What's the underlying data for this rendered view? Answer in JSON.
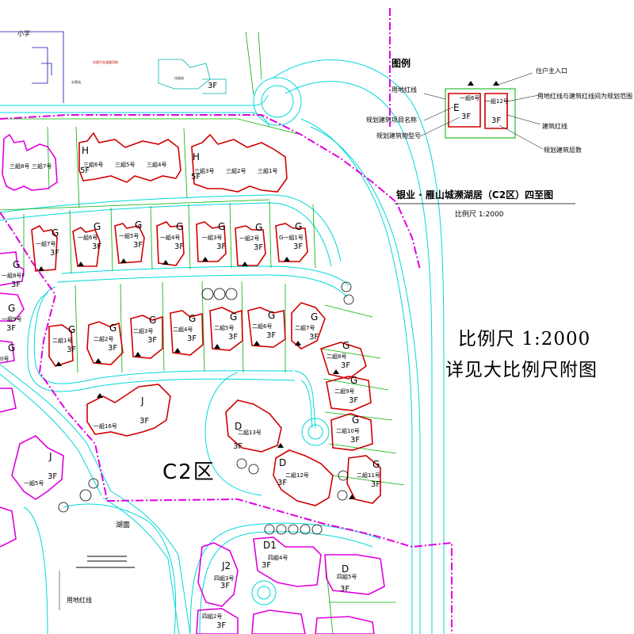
{
  "plan": {
    "title": "银业 · 雁山城濒湖居（C2区）四至图",
    "scale_small": "比例尺   1:2000",
    "scale_big": "比例尺  1:2000",
    "detail_note": "详见大比例尺附图",
    "zone_label": "C2区",
    "lake_label": "湖面",
    "boundary_label": "用地红线",
    "school_label": "小学",
    "top_red_text": "本图不含道路用地",
    "top_small_text": "水泵站",
    "top_small_text2": "垃圾站",
    "top_floor": "3F"
  },
  "legend": {
    "heading": "图例",
    "sample_floor_e": "3F",
    "sample_floor_f": "3F",
    "sample_code": "E",
    "sample_no_a": "一組6号",
    "sample_no_b": "一組12号",
    "items": [
      {
        "key": "site_line",
        "label": "用地红线"
      },
      {
        "key": "project_name",
        "label": "规划建筑项目名称"
      },
      {
        "key": "building_type",
        "label": "规划建筑物型号"
      },
      {
        "key": "entrance",
        "label": "住户主入口"
      },
      {
        "key": "plan_scope",
        "label": "用地红线与建筑红线间为规划范围"
      },
      {
        "key": "building_line",
        "label": "建筑红线"
      },
      {
        "key": "floors",
        "label": "规划建筑层数"
      }
    ]
  },
  "buildings": [
    {
      "id": "b_n3_8",
      "code": "",
      "floor": "",
      "no": "三組8号"
    },
    {
      "id": "b_n3_7",
      "code": "",
      "floor": "",
      "no": "三組7号"
    },
    {
      "id": "b_n3_6",
      "code": "H",
      "floor": "5F",
      "no": "三組6号"
    },
    {
      "id": "b_n3_5",
      "code": "",
      "floor": "",
      "no": "三組5号"
    },
    {
      "id": "b_n3_4",
      "code": "",
      "floor": "",
      "no": "三組4号"
    },
    {
      "id": "b_n3_3",
      "code": "H",
      "floor": "5F",
      "no": "三組3号"
    },
    {
      "id": "b_n3_2",
      "code": "",
      "floor": "",
      "no": "三組2号"
    },
    {
      "id": "b_n3_1",
      "code": "",
      "floor": "",
      "no": "三組1号"
    },
    {
      "id": "b_g17",
      "code": "G",
      "floor": "3F",
      "no": "一組7号"
    },
    {
      "id": "b_g16",
      "code": "G",
      "floor": "3F",
      "no": "一組6号"
    },
    {
      "id": "b_g15",
      "code": "G",
      "floor": "3F",
      "no": "一組5号"
    },
    {
      "id": "b_g14",
      "code": "G",
      "floor": "3F",
      "no": "一組4号"
    },
    {
      "id": "b_g13",
      "code": "G",
      "floor": "3F",
      "no": "一組3号"
    },
    {
      "id": "b_g12",
      "code": "G",
      "floor": "3F",
      "no": "一組2号"
    },
    {
      "id": "b_g11",
      "code": "G",
      "floor": "3F",
      "no": "G一組1号"
    },
    {
      "id": "b_g21",
      "code": "G",
      "floor": "3F",
      "no": "二組1号"
    },
    {
      "id": "b_g22",
      "code": "G",
      "floor": "3F",
      "no": "二組2号"
    },
    {
      "id": "b_g23",
      "code": "G",
      "floor": "3F",
      "no": "二組3号"
    },
    {
      "id": "b_g24",
      "code": "G",
      "floor": "3F",
      "no": "二組4号"
    },
    {
      "id": "b_g25",
      "code": "G",
      "floor": "3F",
      "no": "二組5号"
    },
    {
      "id": "b_g26",
      "code": "G",
      "floor": "3F",
      "no": "二組6号"
    },
    {
      "id": "b_g27",
      "code": "G",
      "floor": "3F",
      "no": "二組7号"
    },
    {
      "id": "b_g28",
      "code": "G",
      "floor": "3F",
      "no": "二組8号"
    },
    {
      "id": "b_g29",
      "code": "G",
      "floor": "3F",
      "no": "二組9号"
    },
    {
      "id": "b_g210",
      "code": "G",
      "floor": "3F",
      "no": "二組10号"
    },
    {
      "id": "b_g211",
      "code": "G",
      "floor": "3F",
      "no": "二組11号"
    },
    {
      "id": "b_j16",
      "code": "J",
      "floor": "3F",
      "no": "一組16号"
    },
    {
      "id": "b_d13",
      "code": "D",
      "floor": "3F",
      "no": "二組13号"
    },
    {
      "id": "b_d12",
      "code": "D",
      "floor": "3F",
      "no": "二組12号"
    },
    {
      "id": "b_j15",
      "code": "J",
      "floor": "3F",
      "no": "一組5号"
    },
    {
      "id": "b_d1",
      "code": "D1",
      "floor": "3F",
      "no": "四組4号"
    },
    {
      "id": "b_j2",
      "code": "J2",
      "floor": "3F",
      "no": "四組3号"
    },
    {
      "id": "b_d5",
      "code": "D",
      "floor": "3F",
      "no": "四組5号"
    },
    {
      "id": "b_wg8",
      "code": "G",
      "floor": "3F",
      "no": "一組8号F"
    },
    {
      "id": "b_wg9",
      "code": "G",
      "floor": "3F",
      "no": "一組9号"
    },
    {
      "id": "b_wg10",
      "code": "G",
      "floor": "",
      "no": "0号"
    },
    {
      "id": "b_s3f",
      "code": "",
      "floor": "3F",
      "no": "四組2号"
    }
  ]
}
